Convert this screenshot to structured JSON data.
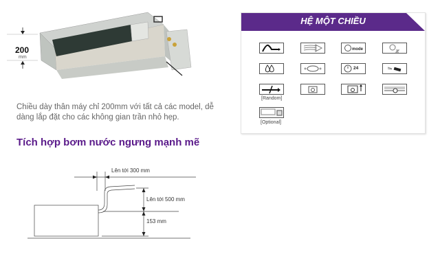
{
  "product": {
    "height_value": "200",
    "height_unit": "mm"
  },
  "description": "Chiều dày thân máy chỉ 200mm với tất cả các model, dễ dàng lắp đặt cho các không gian trần nhỏ hẹp.",
  "heading": "Tích hợp bơm nước ngưng mạnh mẽ",
  "diagram": {
    "horizontal_label": "Lên tới 300 mm",
    "lift_label": "Lên tới 500 mm",
    "base_label": "153 mm"
  },
  "panel": {
    "title": "HỆ MỘT CHIỀU",
    "accent_color": "#5b2a8a",
    "icons": [
      {
        "name": "airflow-curve-icon"
      },
      {
        "name": "wide-airflow-icon"
      },
      {
        "name": "mode-icon",
        "text": "mode"
      },
      {
        "name": "sleep-icon"
      },
      {
        "name": "dehumidify-icon"
      },
      {
        "name": "auto-swing-icon"
      },
      {
        "name": "timer-24h-icon",
        "text": "24"
      },
      {
        "name": "remote-control-icon"
      },
      {
        "name": "random-restart-icon",
        "caption": "[Random]"
      },
      {
        "name": "drain-pump-icon"
      },
      {
        "name": "adjustable-height-icon"
      },
      {
        "name": "filter-check-icon"
      },
      {
        "name": "optional-controller-icon",
        "caption": "[Optional]"
      }
    ]
  }
}
